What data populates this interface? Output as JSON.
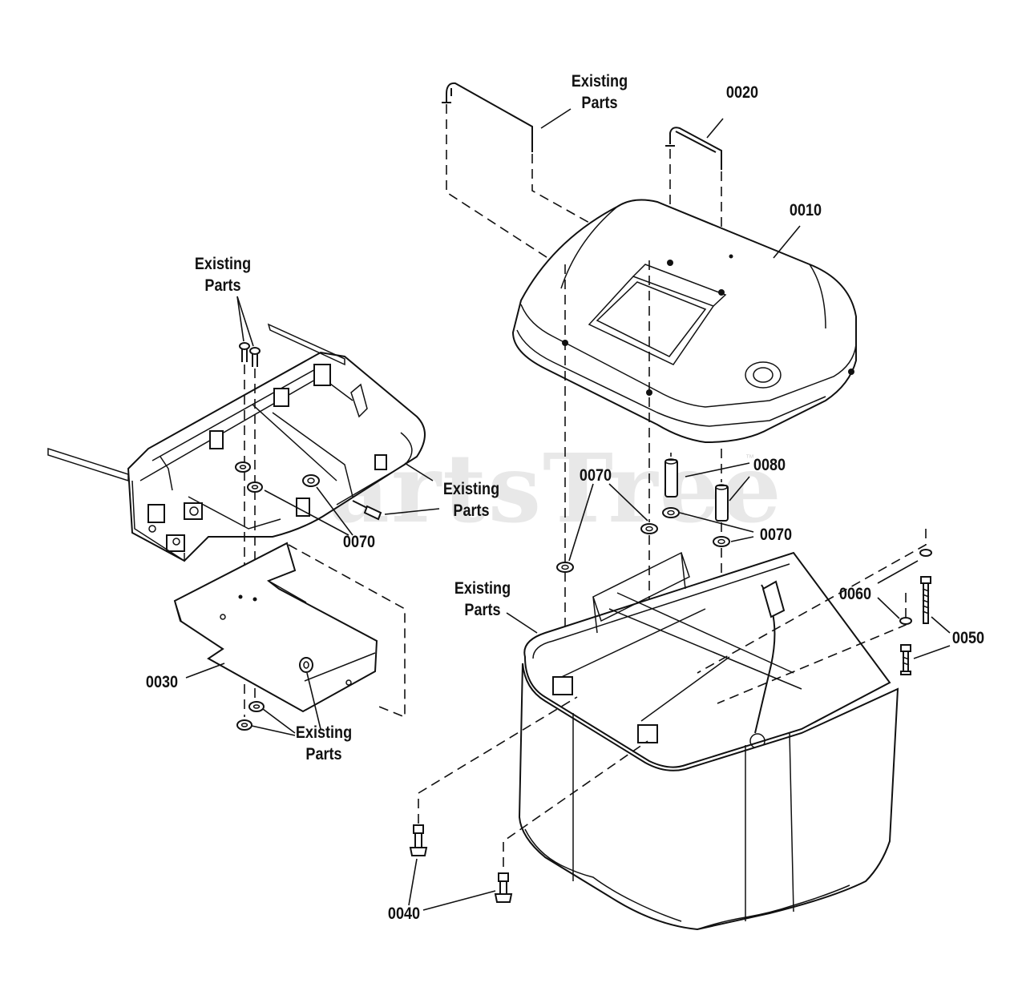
{
  "watermark": {
    "text": "PartsTree",
    "trademark": "™"
  },
  "labels": {
    "existing_handle": [
      "Existing",
      "Parts"
    ],
    "part_0020": "0020",
    "part_0010": "0010",
    "existing_frame_bolts": [
      "Existing",
      "Parts"
    ],
    "existing_frame_right": [
      "Existing",
      "Parts"
    ],
    "part_0070_left": "0070",
    "part_0070_mid": "0070",
    "part_0080": "0080",
    "part_0070_right": "0070",
    "part_0060": "0060",
    "existing_bag_frame": [
      "Existing",
      "Parts"
    ],
    "part_0050": "0050",
    "part_0030": "0030",
    "existing_nuts": [
      "Existing",
      "Parts"
    ],
    "part_0040": "0040"
  }
}
